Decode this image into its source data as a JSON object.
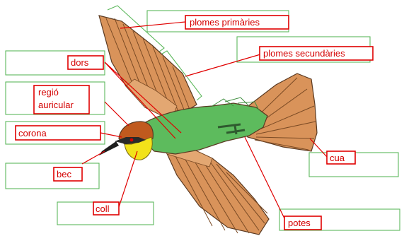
{
  "diagram": {
    "labels": {
      "plomes_primaries": "plomes primàries",
      "plomes_secundaries": "plomes secundàries",
      "dors": "dors",
      "regio_auricular_line1": "regió",
      "regio_auricular_line2": "auricular",
      "corona": "corona",
      "bec": "bec",
      "coll": "coll",
      "cua": "cua",
      "potes": "potes"
    },
    "colors": {
      "label_text": "#d40000",
      "label_border": "#e00000",
      "answer_box_border": "#5cb85c",
      "wing": "#d9935a",
      "body": "#5dbb5d",
      "throat": "#f2e21a",
      "head": "#c05a1e",
      "mask": "#2a2a2a"
    }
  }
}
